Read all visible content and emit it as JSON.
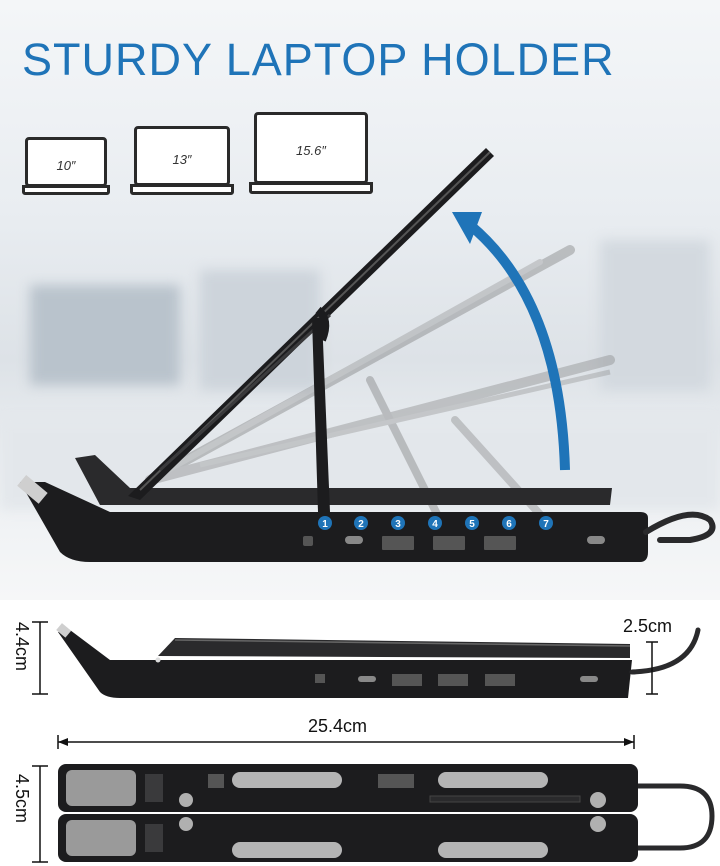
{
  "headline": "STURDY LAPTOP HOLDER",
  "laptop_sizes": [
    "10″",
    "13″",
    "15.6″"
  ],
  "ports": [
    "1",
    "2",
    "3",
    "4",
    "5",
    "6",
    "7"
  ],
  "dimensions": {
    "height_side": "4.4cm",
    "thickness": "2.5cm",
    "length": "25.4cm",
    "height_top": "4.5cm"
  },
  "colors": {
    "headline": "#1f74b8",
    "arrow": "#1f74b8",
    "badge": "#1f74b8",
    "stand": "#1c1c1e"
  }
}
